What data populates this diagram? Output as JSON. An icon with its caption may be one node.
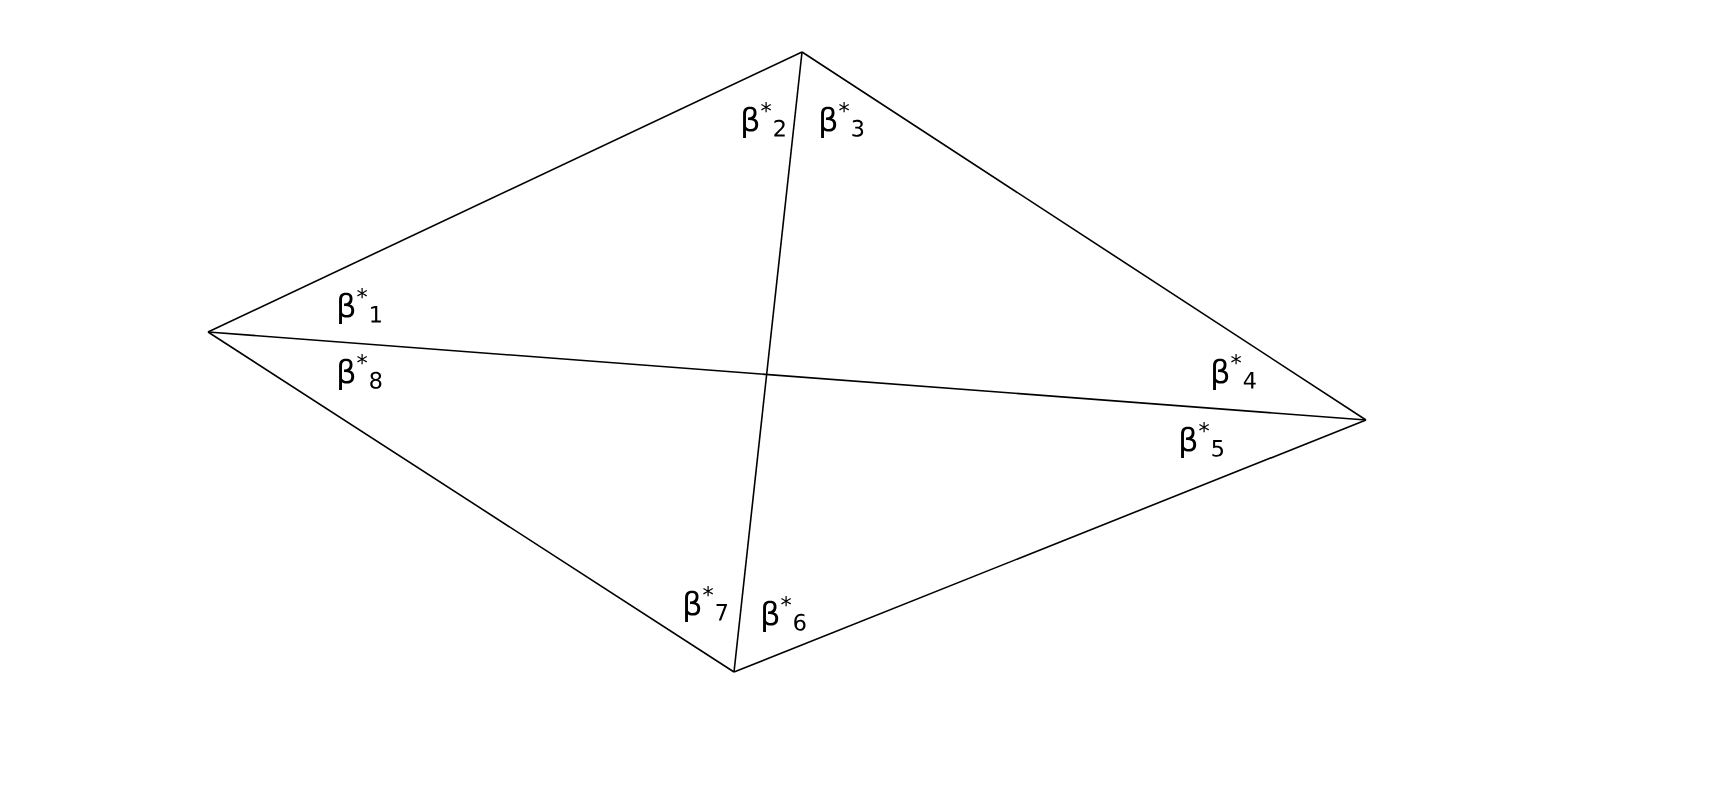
{
  "diagram": {
    "labels": [
      "β$^{*}$$_{2}$",
      "β$^{*}$$_{3}$",
      "β$^{*}$$_{1}$",
      "β$^{*}$$_{8}$",
      "β$^{*}$$_{4}$",
      "β$^{*}$$_{5}$",
      "β$^{*}$$_{7}$",
      "β$^{*}$$_{6}$"
    ]
  }
}
